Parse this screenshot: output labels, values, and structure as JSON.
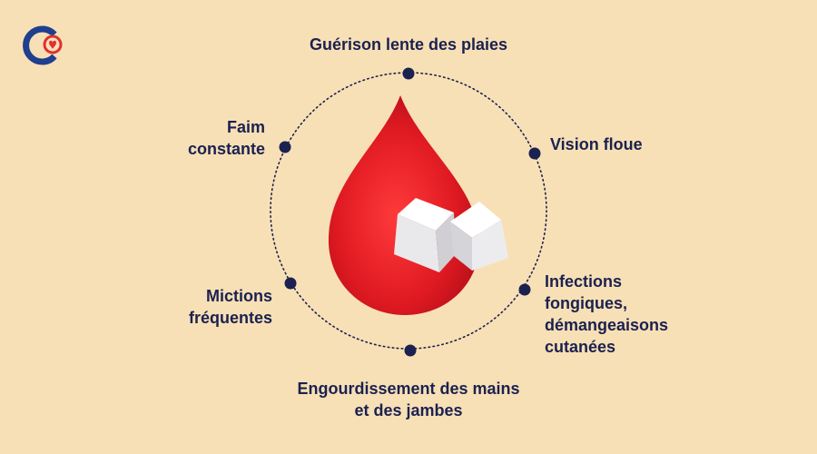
{
  "diagram": {
    "symptoms": [
      {
        "id": "top",
        "text": "Guérison lente des plaies"
      },
      {
        "id": "right-top",
        "text": "Vision floue"
      },
      {
        "id": "left-top",
        "text": "Faim\nconstante"
      },
      {
        "id": "right-bottom",
        "text": "Infections\nfongiques,\ndémangeaisons\ncutanées"
      },
      {
        "id": "left-bottom",
        "text": "Mictions\nfréquentes"
      },
      {
        "id": "bottom",
        "text": "Engourdissement des mains\net des jambes"
      }
    ]
  },
  "colors": {
    "background": "#f8e0b6",
    "text": "#1b2150",
    "drop": "#d8141f",
    "drop_highlight": "#ff3a3a",
    "logo_blue": "#1f3f8f",
    "logo_red": "#e0302f"
  },
  "icons": {
    "logo": "logo-icon",
    "drop": "blood-drop-icon",
    "sugar": "sugar-cubes-icon"
  }
}
